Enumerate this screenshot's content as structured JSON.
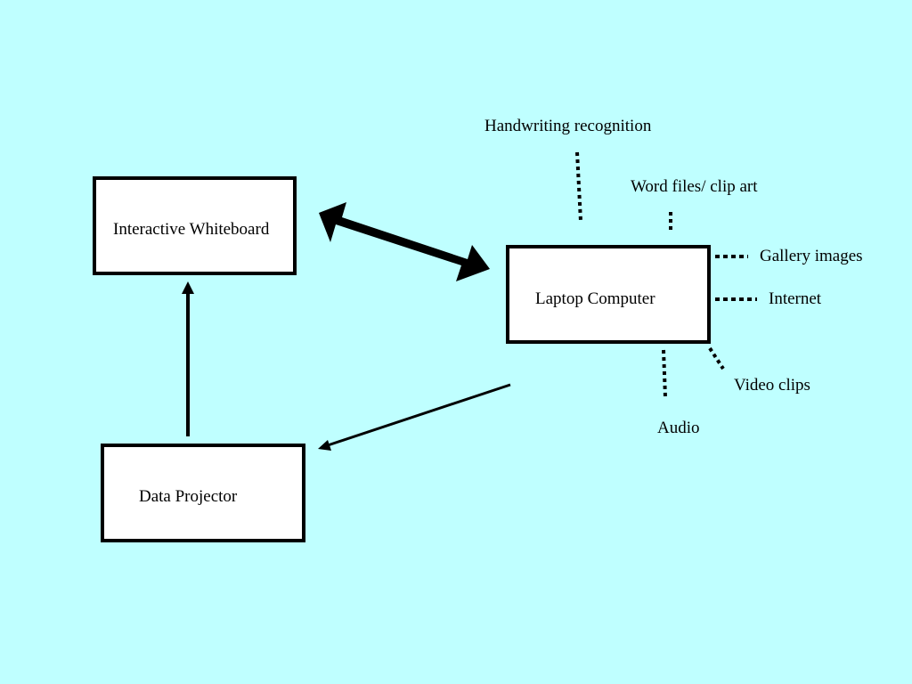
{
  "diagram": {
    "nodes": {
      "whiteboard": "Interactive Whiteboard",
      "laptop": "Laptop Computer",
      "projector": "Data Projector"
    },
    "resources": {
      "handwriting": "Handwriting recognition",
      "word_files": "Word files/ clip art",
      "gallery": "Gallery images",
      "internet": "Internet",
      "video": "Video clips",
      "audio": "Audio"
    },
    "colors": {
      "background": "#bfffff",
      "box_fill": "#ffffff",
      "stroke": "#000000"
    }
  }
}
